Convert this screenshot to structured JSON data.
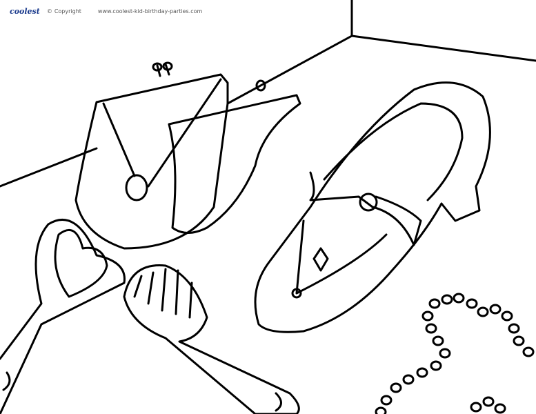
{
  "header": {
    "logo": "coolest",
    "copyright_icon": "copyright-icon",
    "copyright": "Copyright",
    "url": "www.coolest-kid-birthday-parties.com"
  },
  "colors": {
    "line": "#000000",
    "background": "#ffffff",
    "logo": "#1a3a8c"
  }
}
